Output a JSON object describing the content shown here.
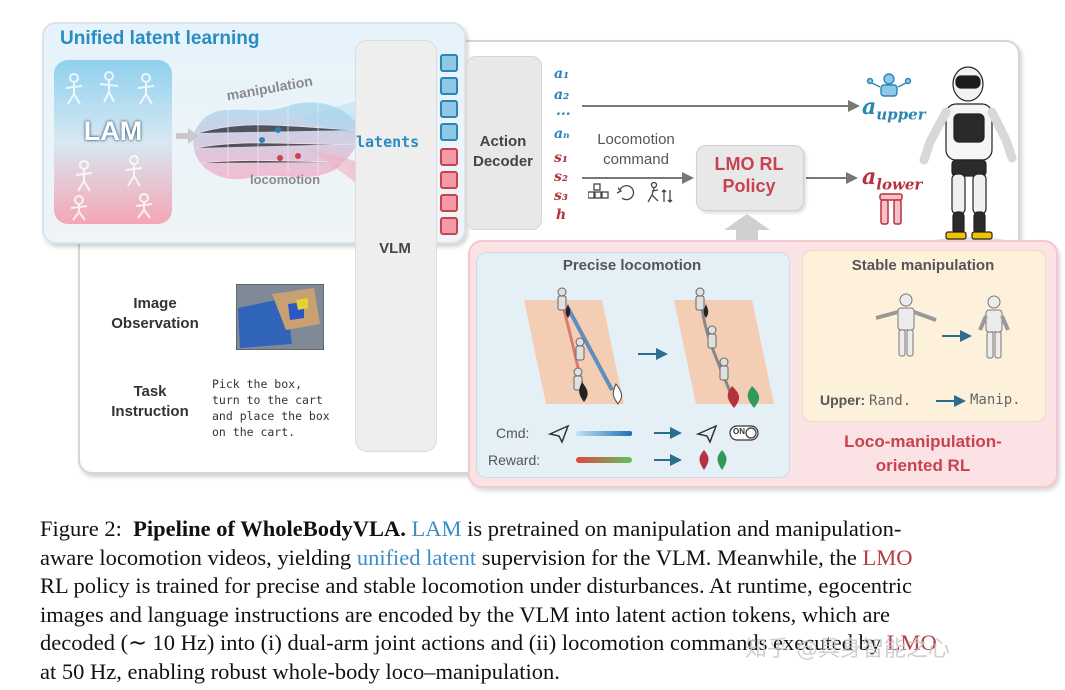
{
  "diagram": {
    "unified_title": "Unified latent learning",
    "lam_label": "LAM",
    "manipulation_label": "manipulation",
    "locomotion_label": "locomotion",
    "latents_label": "latents",
    "vlm_label": "VLM",
    "action_decoder_line1": "Action",
    "action_decoder_line2": "Decoder",
    "actions_upper": [
      "a₁",
      "a₂",
      "...",
      "aₙ"
    ],
    "actions_lower": [
      "s₁",
      "s₂",
      "s₃",
      "h"
    ],
    "locomotion_command_line1": "Locomotion",
    "locomotion_command_line2": "command",
    "lmo_policy_line1": "LMO RL",
    "lmo_policy_line2": "Policy",
    "a_upper": "a",
    "a_upper_sub": "upper",
    "a_lower": "a",
    "a_lower_sub": "lower",
    "image_observation_line1": "Image",
    "image_observation_line2": "Observation",
    "task_instruction_line1": "Task",
    "task_instruction_line2": "Instruction",
    "task_text": [
      "Pick the box,",
      "turn to the cart",
      "and place the box",
      "on the cart."
    ],
    "precise_locomotion": "Precise locomotion",
    "stable_manipulation": "Stable manipulation",
    "cmd_label": "Cmd:",
    "reward_label": "Reward:",
    "on_label": "ON",
    "upper_label": "Upper:",
    "upper_from": "Rand.",
    "upper_to": "Manip.",
    "rl_title_line1": "Loco-manipulation-",
    "rl_title_line2": "oriented RL",
    "colors": {
      "blue": "#2a85b5",
      "red": "#c8434f",
      "panel_blue": "#e6f3fa",
      "panel_pink": "#fbe3e5",
      "panel_yellow": "#fdf1dc"
    }
  },
  "caption": {
    "fig": "Figure 2:",
    "title": "Pipeline of WholeBodyVLA.",
    "lam": "LAM",
    "t1": "is pretrained on manipulation and manipulation-",
    "t2": "aware locomotion videos, yielding",
    "unified_latent": "unified latent",
    "t3": "supervision for the VLM. Meanwhile, the",
    "lmo1": "LMO",
    "t4": "RL policy is trained for precise and stable locomotion under disturbances. At runtime, egocentric",
    "t5": "images and language instructions are encoded by the VLM into latent action tokens, which are",
    "t6": "decoded (∼ 10 Hz) into (i) dual-arm joint actions and (ii) locomotion commands executed by",
    "lmo2": "LMO",
    "t7": "at 50 Hz, enabling robust whole-body loco–manipulation."
  },
  "watermark": "知乎 @具身智能之心"
}
